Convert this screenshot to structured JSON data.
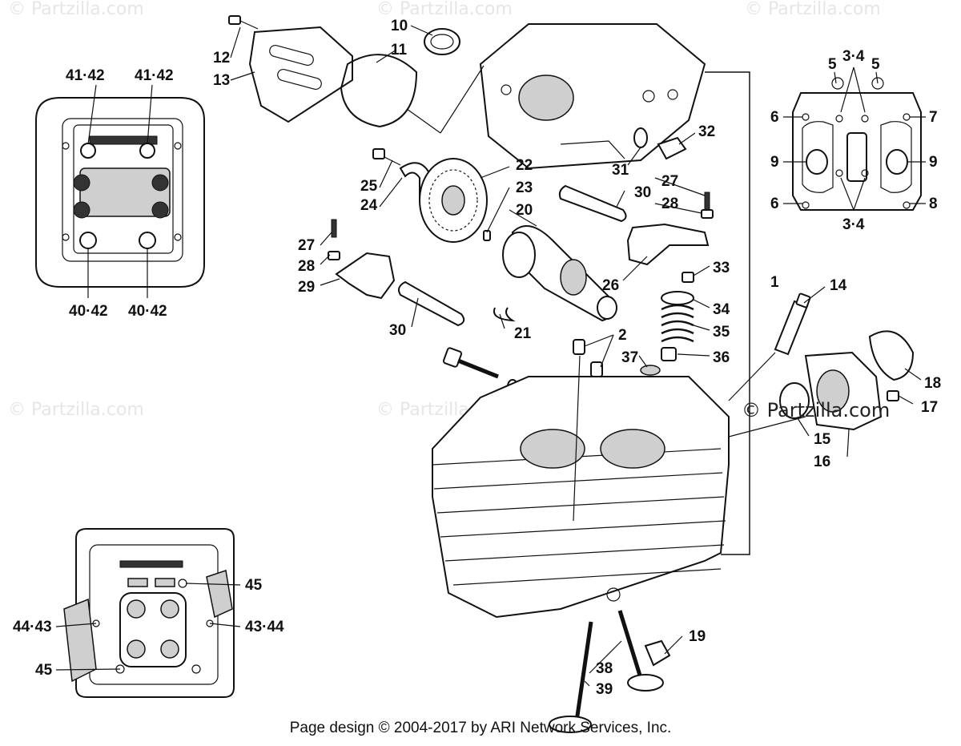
{
  "watermarks": [
    {
      "text": "© Partzilla.com"
    },
    {
      "text": "© Partzilla.com"
    },
    {
      "text": "© Partzilla.com"
    },
    {
      "text": "© Partzilla.com"
    },
    {
      "text": "© Partzilla.com"
    }
  ],
  "center_watermark": "© Partzilla.com",
  "callouts": [
    {
      "id": "c1",
      "text": "1"
    },
    {
      "id": "c2",
      "text": "2"
    },
    {
      "id": "c10",
      "text": "10"
    },
    {
      "id": "c11",
      "text": "11"
    },
    {
      "id": "c12",
      "text": "12"
    },
    {
      "id": "c13",
      "text": "13"
    },
    {
      "id": "c14",
      "text": "14"
    },
    {
      "id": "c15",
      "text": "15"
    },
    {
      "id": "c16",
      "text": "16"
    },
    {
      "id": "c17",
      "text": "17"
    },
    {
      "id": "c18",
      "text": "18"
    },
    {
      "id": "c19",
      "text": "19"
    },
    {
      "id": "c20",
      "text": "20"
    },
    {
      "id": "c21",
      "text": "21"
    },
    {
      "id": "c22",
      "text": "22"
    },
    {
      "id": "c23",
      "text": "23"
    },
    {
      "id": "c24",
      "text": "24"
    },
    {
      "id": "c25",
      "text": "25"
    },
    {
      "id": "c26",
      "text": "26"
    },
    {
      "id": "c27a",
      "text": "27"
    },
    {
      "id": "c27b",
      "text": "27"
    },
    {
      "id": "c28a",
      "text": "28"
    },
    {
      "id": "c28b",
      "text": "28"
    },
    {
      "id": "c29",
      "text": "29"
    },
    {
      "id": "c30a",
      "text": "30"
    },
    {
      "id": "c30b",
      "text": "30"
    },
    {
      "id": "c31",
      "text": "31"
    },
    {
      "id": "c32",
      "text": "32"
    },
    {
      "id": "c33",
      "text": "33"
    },
    {
      "id": "c34",
      "text": "34"
    },
    {
      "id": "c35",
      "text": "35"
    },
    {
      "id": "c36",
      "text": "36"
    },
    {
      "id": "c37",
      "text": "37"
    },
    {
      "id": "c38",
      "text": "38"
    },
    {
      "id": "c39",
      "text": "39"
    },
    {
      "id": "c34top",
      "text": "3·4"
    },
    {
      "id": "c34bot",
      "text": "3·4"
    },
    {
      "id": "c5a",
      "text": "5"
    },
    {
      "id": "c5b",
      "text": "5"
    },
    {
      "id": "c6a",
      "text": "6"
    },
    {
      "id": "c6b",
      "text": "6"
    },
    {
      "id": "c7",
      "text": "7"
    },
    {
      "id": "c8",
      "text": "8"
    },
    {
      "id": "c9a",
      "text": "9"
    },
    {
      "id": "c9b",
      "text": "9"
    },
    {
      "id": "c4142a",
      "text": "41·42"
    },
    {
      "id": "c4142b",
      "text": "41·42"
    },
    {
      "id": "c4042a",
      "text": "40·42"
    },
    {
      "id": "c4042b",
      "text": "40·42"
    },
    {
      "id": "c45a",
      "text": "45"
    },
    {
      "id": "c45b",
      "text": "45"
    },
    {
      "id": "c4443",
      "text": "44·43"
    },
    {
      "id": "c4344",
      "text": "43·44"
    }
  ],
  "footer": "Page design © 2004-2017 by ARI Network Services, Inc."
}
